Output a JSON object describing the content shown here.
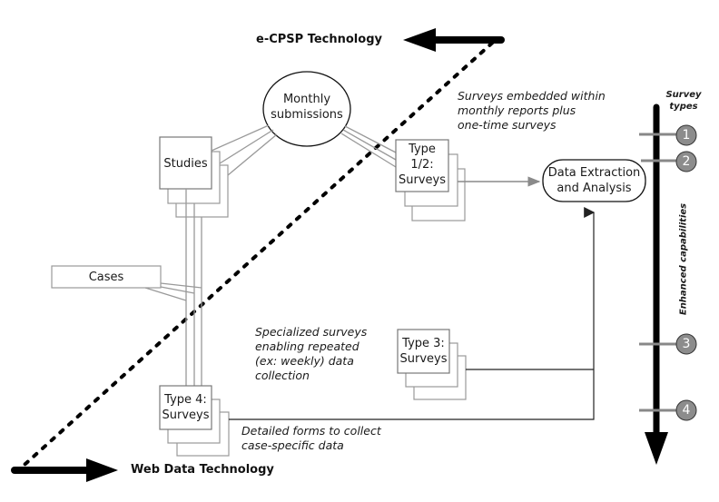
{
  "titles": {
    "top": "e-CPSP Technology",
    "bottom": "Web Data Technology"
  },
  "nodes": {
    "monthly_submissions": "Monthly submissions",
    "monthly_line1": "Monthly",
    "monthly_line2": "submissions",
    "studies": "Studies",
    "cases": "Cases",
    "type12_line1": "Type",
    "type12_line2": "1/2:",
    "type12_line3": "Surveys",
    "type3_line1": "Type 3:",
    "type3_line2": "Surveys",
    "type4_line1": "Type 4:",
    "type4_line2": "Surveys",
    "data_extraction_line1": "Data Extraction",
    "data_extraction_line2": "and Analysis"
  },
  "notes": {
    "type12": [
      "Surveys embedded within",
      "monthly reports plus",
      "one-time surveys"
    ],
    "type3": [
      "Specialized surveys",
      "enabling repeated",
      "(ex: weekly) data",
      "collection"
    ],
    "type4": [
      "Detailed forms to collect",
      "case-specific data"
    ]
  },
  "axis": {
    "header_line1": "Survey",
    "header_line2": "types",
    "label": "Enhanced capabilities",
    "markers": [
      "1",
      "2",
      "3",
      "4"
    ]
  },
  "colors": {
    "line_gray": "#999999",
    "marker_fill": "#8c8c8c",
    "arrow_black": "#000000"
  }
}
